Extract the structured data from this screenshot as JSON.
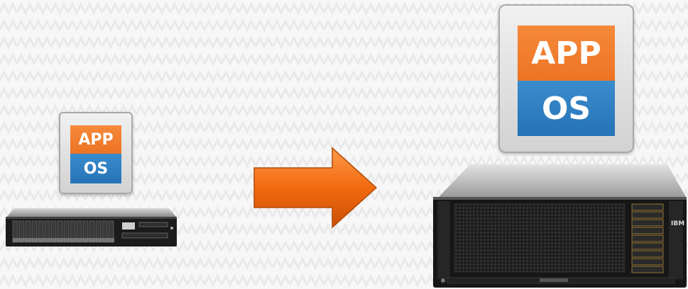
{
  "small_stack": {
    "app_label": "APP",
    "os_label": "OS"
  },
  "large_stack": {
    "app_label": "APP",
    "os_label": "OS"
  },
  "large_server": {
    "brand_label": "IBM"
  },
  "colors": {
    "app_orange": "#ef7a2c",
    "os_blue": "#2f7dc3",
    "arrow_orange": "#f26a10",
    "tile_gray": "#dcdcdc",
    "server_dark": "#1c1c1c"
  }
}
